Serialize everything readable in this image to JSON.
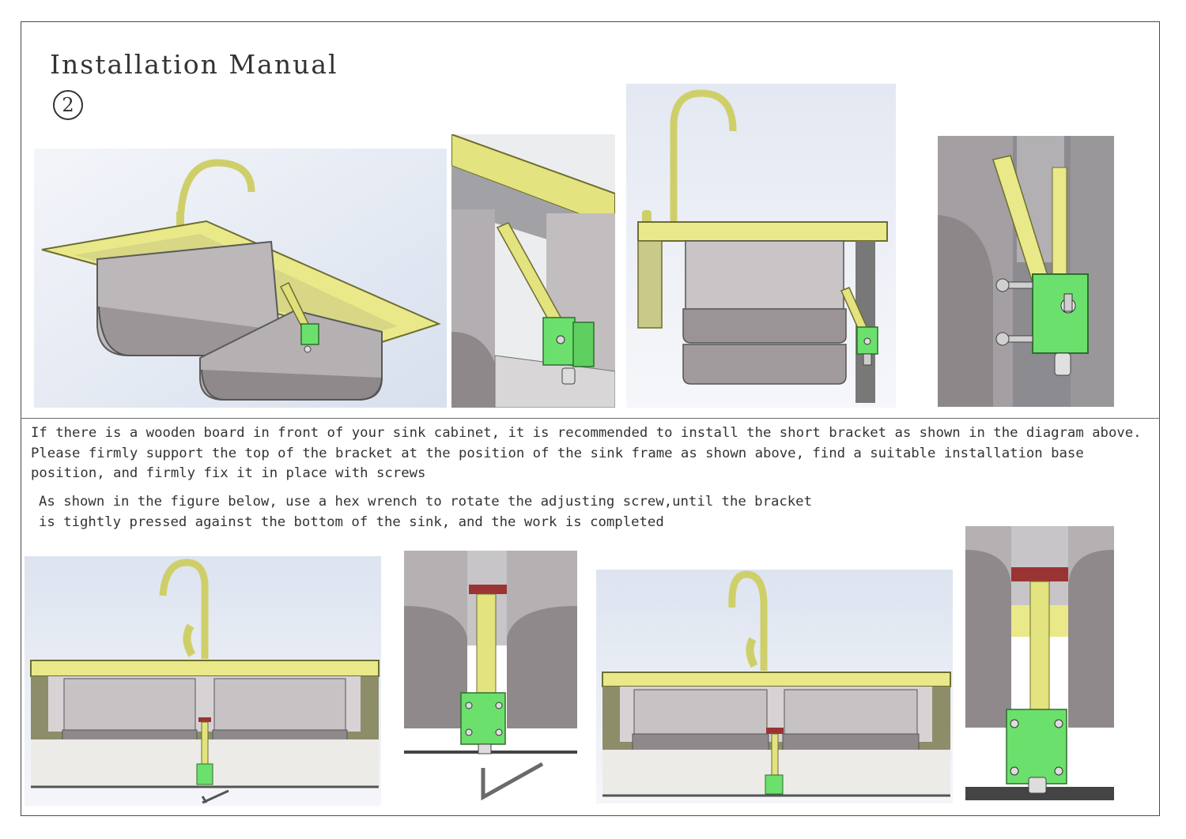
{
  "header": {
    "title": "Installation Manual",
    "step_number": "2"
  },
  "instructions": {
    "paragraph1": "If there is a wooden board in front of your sink cabinet, it is recommended to install the short bracket as shown in the diagram above. Please firmly support the top of the bracket at the position of the sink frame as shown above, find a suitable installation base position, and firmly fix it in place with screws",
    "paragraph2": "As shown in the figure below, use a hex wrench to rotate the adjusting screw,until the bracket is tightly pressed against the bottom of the sink, and the work is completed"
  },
  "colors": {
    "frame_yellow": "#e9e98a",
    "bracket_green": "#6ce06c",
    "sink_grey": "#b9b4b6",
    "cap_red": "#9a3434",
    "background_blue": "#dde4f0"
  }
}
